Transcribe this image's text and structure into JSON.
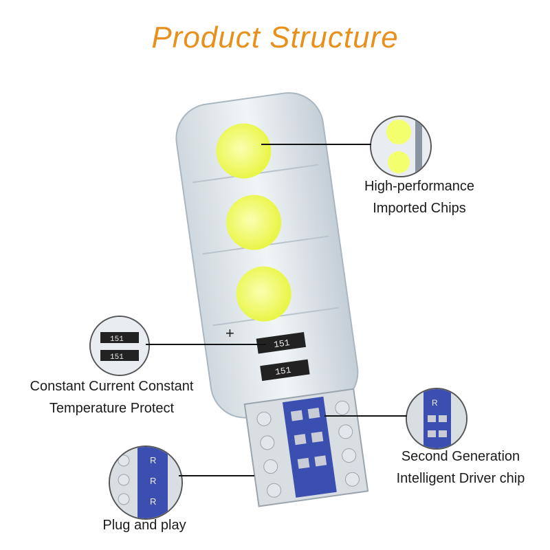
{
  "title": "Product Structure",
  "features": {
    "chips": {
      "line1": "High-performance",
      "line2": "Imported Chips"
    },
    "protect": {
      "line1": "Constant Current Constant",
      "line2": "Temperature Protect"
    },
    "driver": {
      "line1": "Second Generation",
      "line2": "Intelligent Driver chip"
    },
    "plug": {
      "line1": "Plug and play"
    }
  },
  "component_marks": {
    "resistor": "151",
    "driver": "R",
    "polarity": "+"
  },
  "colors": {
    "title": "#e8901c",
    "led": "#f4ff6e",
    "board": "#3a4fb0",
    "silicone": "#dfe6ea"
  }
}
